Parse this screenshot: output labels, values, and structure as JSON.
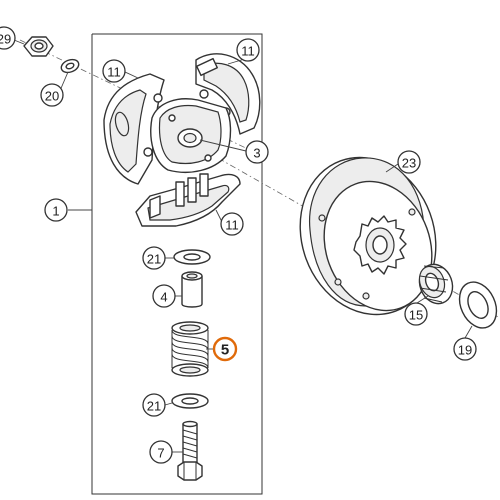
{
  "callouts": {
    "c29": "29",
    "c20": "20",
    "c11a": "11",
    "c11b": "11",
    "c11c": "11",
    "c3": "3",
    "c1": "1",
    "c23": "23",
    "c21a": "21",
    "c4": "4",
    "c5": "5",
    "c15": "15",
    "c19": "19",
    "c21b": "21",
    "c7": "7"
  },
  "colors": {
    "line": "#333333",
    "highlight": "#e06a0a",
    "background": "#ffffff"
  }
}
